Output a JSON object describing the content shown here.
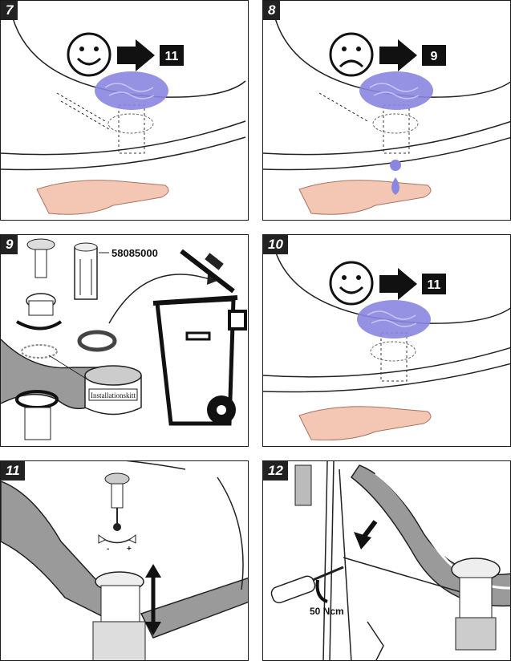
{
  "steps": [
    {
      "number": "7",
      "result": "ok",
      "goto": "11"
    },
    {
      "number": "8",
      "result": "leak",
      "goto": "9"
    },
    {
      "number": "9",
      "part_number": "58085000",
      "putty_label": "Installationskitt"
    },
    {
      "number": "10",
      "result": "ok",
      "goto": "11"
    },
    {
      "number": "11",
      "minus": "-",
      "plus": "+"
    },
    {
      "number": "12",
      "torque": "50 Ncm"
    }
  ],
  "colors": {
    "water": "#8b86e0",
    "skin": "#f4c7b4",
    "ink": "#1a1a1a",
    "pipe": "#9a9a9a"
  }
}
